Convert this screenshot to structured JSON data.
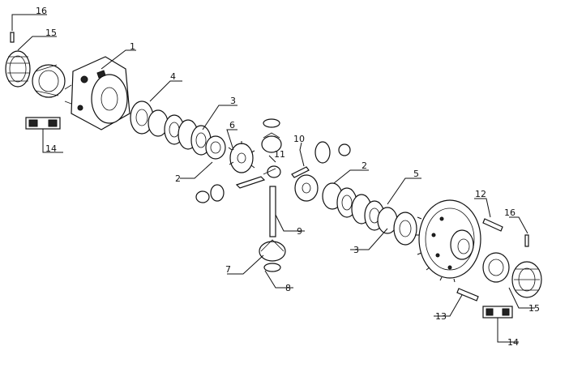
{
  "callouts": [
    {
      "id": "c16a",
      "label": "16"
    },
    {
      "id": "c15a",
      "label": "15"
    },
    {
      "id": "c1",
      "label": "1"
    },
    {
      "id": "c4",
      "label": "4"
    },
    {
      "id": "c3a",
      "label": "3"
    },
    {
      "id": "c6",
      "label": "6"
    },
    {
      "id": "c14a",
      "label": "14"
    },
    {
      "id": "c11",
      "label": "11"
    },
    {
      "id": "c10",
      "label": "10"
    },
    {
      "id": "c2a",
      "label": "2"
    },
    {
      "id": "c2b",
      "label": "2"
    },
    {
      "id": "c5",
      "label": "5"
    },
    {
      "id": "c12",
      "label": "12"
    },
    {
      "id": "c16b",
      "label": "16"
    },
    {
      "id": "c9",
      "label": "9"
    },
    {
      "id": "c3b",
      "label": "3"
    },
    {
      "id": "c7",
      "label": "7"
    },
    {
      "id": "c8",
      "label": "8"
    },
    {
      "id": "c13",
      "label": "13"
    },
    {
      "id": "c15b",
      "label": "15"
    },
    {
      "id": "c14b",
      "label": "14"
    }
  ]
}
